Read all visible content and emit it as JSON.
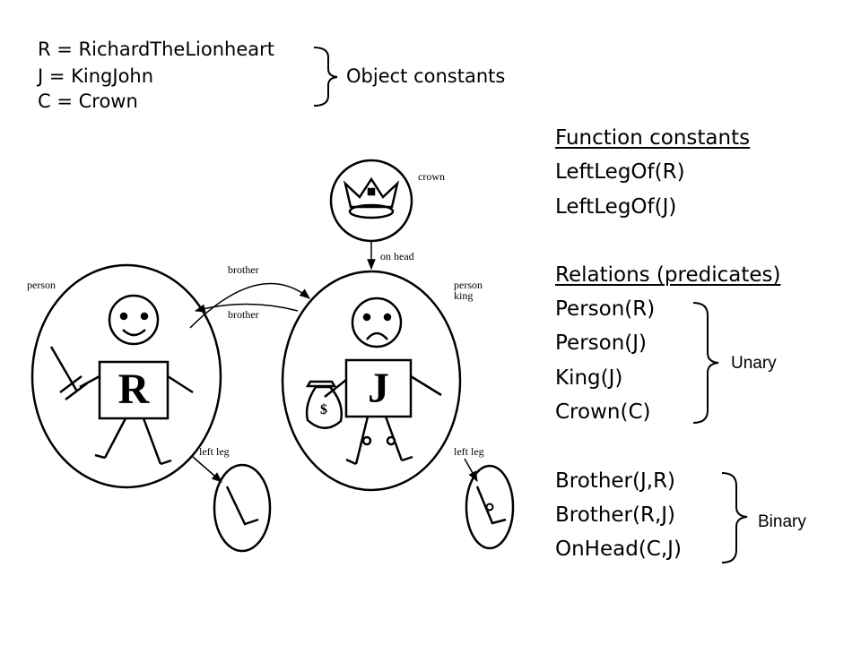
{
  "object_constants": {
    "lines": [
      "R = RichardTheLionheart",
      "J = KingJohn",
      "C = Crown"
    ],
    "label": "Object constants"
  },
  "function_constants": {
    "heading": "Function constants",
    "items": [
      "LeftLegOf(R)",
      "LeftLegOf(J)"
    ]
  },
  "relations": {
    "heading": "Relations (predicates)",
    "unary": [
      "Person(R)",
      "Person(J)",
      "King(J)",
      "Crown(C)"
    ],
    "unary_label": "Unary",
    "binary": [
      "Brother(J,R)",
      "Brother(R,J)",
      "OnHead(C,J)"
    ],
    "binary_label": "Binary"
  },
  "figure": {
    "crown": "crown",
    "on_head": "on head",
    "brother": "brother",
    "person": "person",
    "king": "king",
    "left_leg": "left leg",
    "r_letter": "R",
    "j_letter": "J",
    "dollar": "$"
  }
}
